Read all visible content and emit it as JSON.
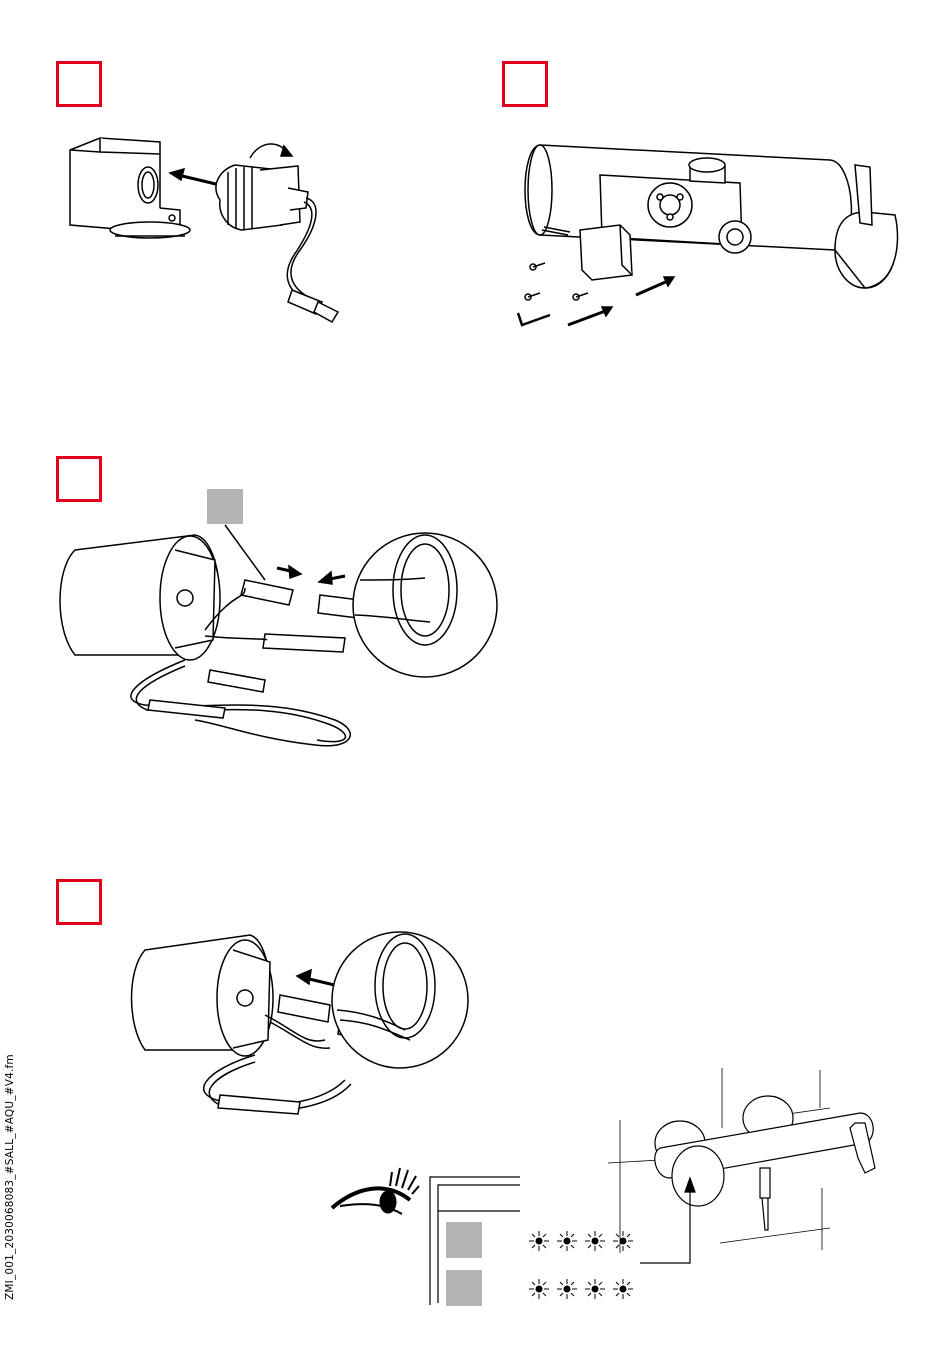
{
  "document": {
    "file_label": "ZMI_001_2030068083_#SALL_#AQU_#V4.fm"
  },
  "steps": [
    {
      "id": "step1",
      "subject": "solenoid-valve-removal"
    },
    {
      "id": "step2",
      "subject": "solenoid-mounting-in-body"
    },
    {
      "id": "step3",
      "subject": "cable-disconnect"
    },
    {
      "id": "step4",
      "subject": "cable-reconnect"
    }
  ],
  "led_indicator": {
    "rows": 2,
    "flashes_per_row": 4,
    "icon": "flashing-led-icon"
  },
  "colors": {
    "step_box": "#e3001b",
    "gray_box": "#b4b4b4",
    "line": "#000000"
  }
}
